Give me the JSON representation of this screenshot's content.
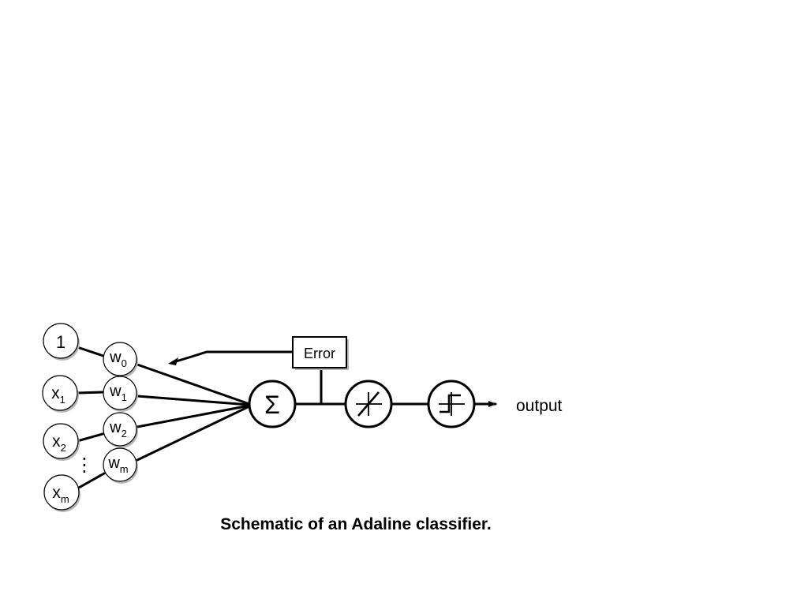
{
  "diagram": {
    "caption": "Schematic of an Adaline classifier.",
    "inputs": {
      "bias": "1",
      "x1": {
        "base": "x",
        "sub": "1"
      },
      "x2": {
        "base": "x",
        "sub": "2"
      },
      "xm": {
        "base": "x",
        "sub": "m"
      },
      "ellipsis": "⋮"
    },
    "weights": {
      "w0": {
        "base": "w",
        "sub": "0"
      },
      "w1": {
        "base": "w",
        "sub": "1"
      },
      "w2": {
        "base": "w",
        "sub": "2"
      },
      "wm": {
        "base": "w",
        "sub": "m"
      }
    },
    "summation_symbol": "Σ",
    "error_label": "Error",
    "output_label": "output"
  }
}
